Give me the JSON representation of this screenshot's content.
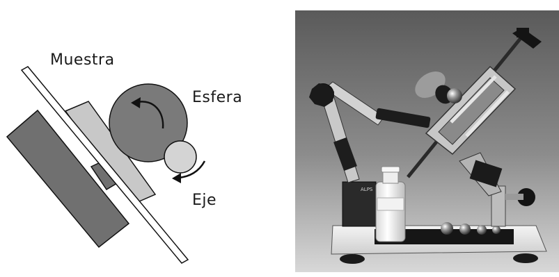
{
  "diagram": {
    "labels": {
      "sample": "Muestra",
      "sphere": "Esfera",
      "shaft": "Eje"
    },
    "colors": {
      "block_dark": "#707070",
      "block_light": "#c8c8c8",
      "sphere": "#7a7a7a",
      "shaft_wheel": "#d4d4d4",
      "outline": "#111111"
    }
  },
  "photo": {
    "subject": "ball-cratering apparatus",
    "bottle_label": "",
    "plate_label": "ALPS",
    "balls_on_base": 4
  }
}
